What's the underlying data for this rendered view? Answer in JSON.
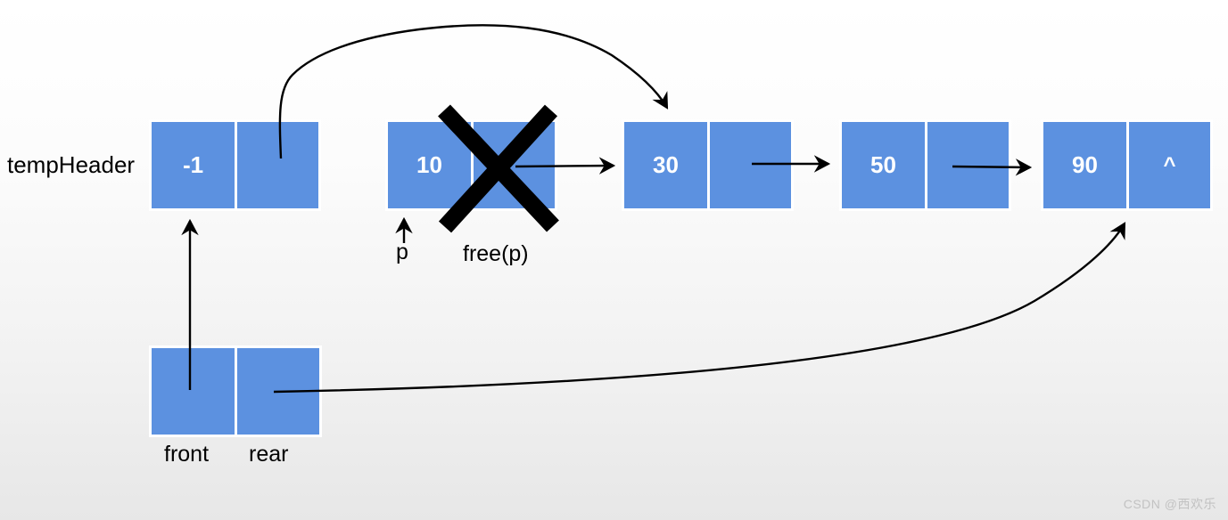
{
  "diagram": {
    "labels": {
      "temp_header": "tempHeader",
      "pointer_p": "p",
      "free_call": "free(p)",
      "front": "front",
      "rear": "rear"
    },
    "nodes": [
      {
        "id": "tempHeader-node",
        "value": "-1",
        "next": ""
      },
      {
        "id": "deleted-node",
        "value": "10",
        "next": "",
        "status": "deleted"
      },
      {
        "id": "node-30",
        "value": "30",
        "next": ""
      },
      {
        "id": "node-50",
        "value": "50",
        "next": ""
      },
      {
        "id": "node-90",
        "value": "90",
        "next": "^"
      }
    ],
    "queue_pointer_box": {
      "front_cell": "",
      "rear_cell": ""
    },
    "colors": {
      "node_fill": "#5C91E0",
      "node_divider": "#FFFFFF",
      "node_text": "#FFFFFF",
      "line_color": "#000000",
      "label_color": "#000000",
      "background_top": "#FFFFFF",
      "background_bottom": "#E7E7E7",
      "watermark_color": "#C2C2C2"
    },
    "watermark": "CSDN @西欢乐"
  }
}
